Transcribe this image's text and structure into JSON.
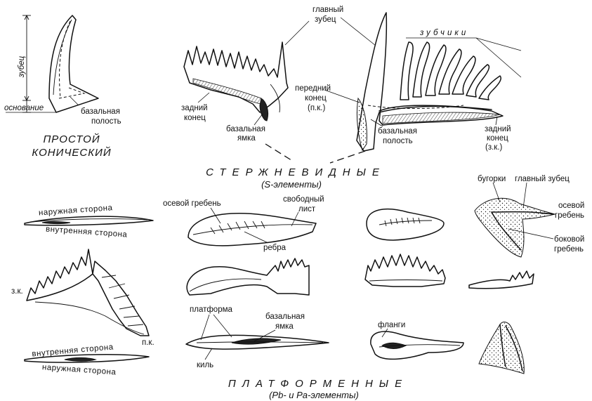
{
  "conical": {
    "denticle": "зубец",
    "base": "основание",
    "basal_cavity_1": "базальная",
    "basal_cavity_2": "полость",
    "title_1": "ПРОСТОЙ",
    "title_2": "КОНИЧЕСКИЙ"
  },
  "ramiform": {
    "main_cusp_1": "главный",
    "main_cusp_2": "зубец",
    "denticles": "зубчики",
    "posterior_end_1": "задний",
    "posterior_end_2": "конец",
    "anterior_end_1": "передний",
    "anterior_end_2": "конец",
    "anterior_end_3": "(п.к.)",
    "basal_pit_1": "базальная",
    "basal_pit_2": "ямка",
    "basal_cavity_1": "базальная",
    "basal_cavity_2": "полость",
    "posterior_end_r1": "задний",
    "posterior_end_r2": "конец",
    "posterior_end_r3": "(з.к.)",
    "title": "СТЕРЖНЕВИДНЫЕ",
    "subtitle": "(S-элементы)"
  },
  "platform": {
    "outer_side": "наружная сторона",
    "inner_side": "внутренняя сторона",
    "zk": "з.к.",
    "pk": "п.к.",
    "inner_side_2": "внутренняя сторона",
    "outer_side_2": "наружная сторона",
    "axial_ridge": "осевой гребень",
    "free_blade_1": "свободный",
    "free_blade_2": "лист",
    "ribs": "ребра",
    "platform_lbl": "платформа",
    "keel": "киль",
    "basal_pit_1": "базальная",
    "basal_pit_2": "ямка",
    "flanges": "фланги",
    "nodes": "бугорки",
    "main_cusp": "главный зубец",
    "axial_ridge_r1": "осевой",
    "axial_ridge_r2": "гребень",
    "lateral_ridge_1": "боковой",
    "lateral_ridge_2": "гребень",
    "title": "ПЛАТФОРМЕННЫЕ",
    "subtitle": "(Pb- и Pa-элементы)"
  }
}
